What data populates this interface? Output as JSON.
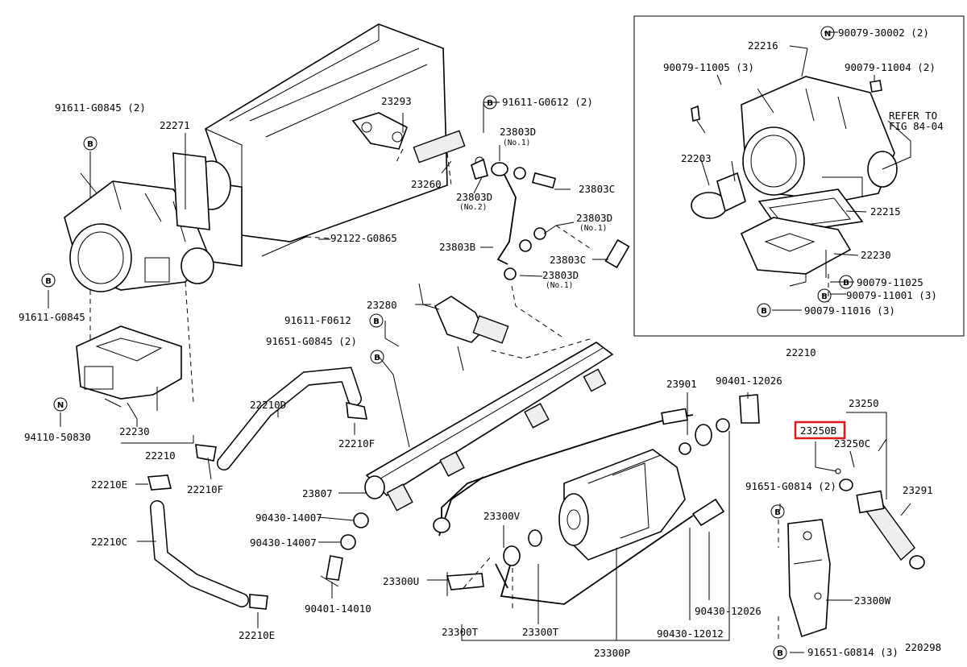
{
  "diagram": {
    "figure_code": "220298",
    "highlighted_part": "23250B",
    "highlight_color": "#e0161b",
    "parts": {
      "p22271": "22271",
      "p23293": "23293",
      "p91611_g0845_2": "91611-G0845 (2)",
      "p91611_g0612_2": "91611-G0612 (2)",
      "p23803d_top": "23803D",
      "p23803d_top_sub": "(No.1)",
      "p23260": "23260",
      "p23803d_no2": "23803D",
      "p23803d_no2_sub": "(No.2)",
      "p23803c_top": "23803C",
      "p23803d_mid": "23803D",
      "p23803d_mid_sub": "(No.1)",
      "p23803b": "23803B",
      "p23803c_mid": "23803C",
      "p23803d_low": "23803D",
      "p23803d_low_sub": "(No.1)",
      "p92122": "92122-G0865",
      "p91611_g0845": "91611-G0845",
      "p23280": "23280",
      "p91611_f0612": "91611-F0612",
      "p91651_g0845_2": "91651-G0845 (2)",
      "p22230_left": "22230",
      "p94110": "94110-50830",
      "p22210_left": "22210",
      "p22210d": "22210D",
      "p22210f_a": "22210F",
      "p22210f_b": "22210F",
      "p22210e_a": "22210E",
      "p22210c": "22210C",
      "p22210e_b": "22210E",
      "p23807": "23807",
      "p90430_14007_a": "90430-14007",
      "p90430_14007_b": "90430-14007",
      "p90401_14010": "90401-14010",
      "p23300v": "23300V",
      "p23300u": "23300U",
      "p23300t_a": "23300T",
      "p23300t_b": "23300T",
      "p23300p": "23300P",
      "p23901": "23901",
      "p90401_12026": "90401-12026",
      "p90430_12026": "90430-12026",
      "p90430_12012": "90430-12012",
      "p23250": "23250",
      "p23250b": "23250B",
      "p23250c": "23250C",
      "p23291": "23291",
      "p91651_g0814_2": "91651-G0814 (2)",
      "p23300w": "23300W",
      "p91651_g0814_3": "91651-G0814 (3)",
      "p22216": "22216",
      "p90079_30002": "90079-30002 (2)",
      "p90079_11005": "90079-11005 (3)",
      "p90079_11004": "90079-11004 (2)",
      "p22203": "22203",
      "refer_line1": "REFER TO",
      "refer_line2": "FIG 84-04",
      "p22215": "22215",
      "p22230_right": "22230",
      "p90079_11025": "90079-11025",
      "p90079_11001": "90079-11001 (3)",
      "p90079_11016": "90079-11016 (3)",
      "p22210_right": "22210"
    },
    "symbols": {
      "b": "B",
      "n": "N"
    }
  }
}
